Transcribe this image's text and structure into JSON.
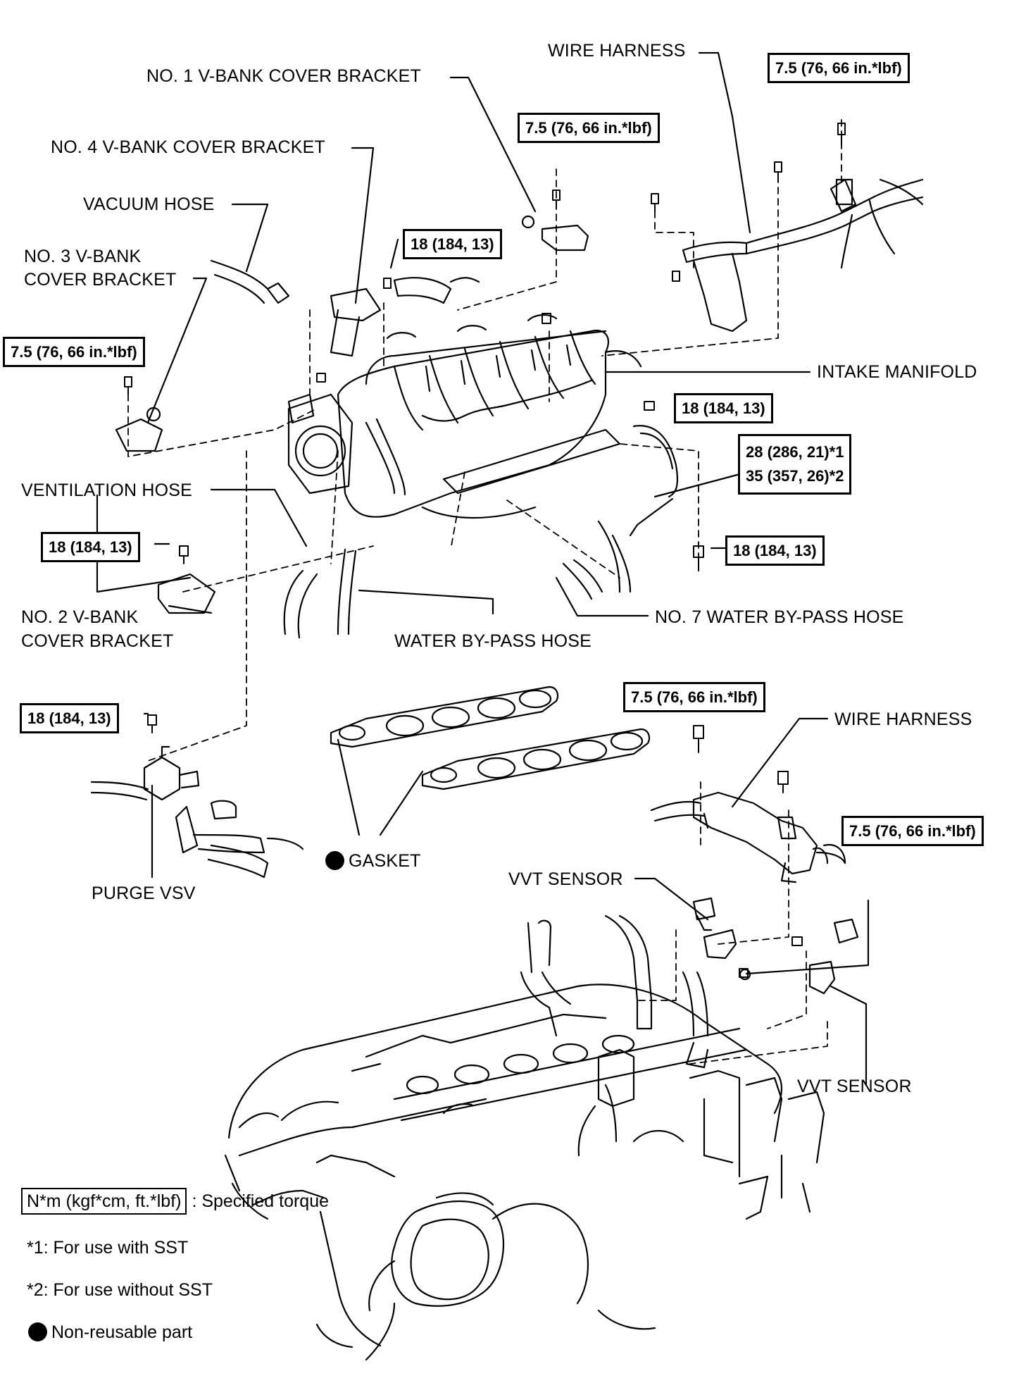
{
  "labels": {
    "wire_harness_top": "WIRE HARNESS",
    "no1_bracket": "NO. 1 V-BANK COVER BRACKET",
    "no4_bracket": "NO. 4 V-BANK COVER BRACKET",
    "vacuum_hose": "VACUUM HOSE",
    "no3_bracket_line1": "NO. 3 V-BANK",
    "no3_bracket_line2": "COVER BRACKET",
    "intake_manifold": "INTAKE MANIFOLD",
    "ventilation_hose": "VENTILATION HOSE",
    "no2_bracket_line1": "NO. 2 V-BANK",
    "no2_bracket_line2": "COVER BRACKET",
    "water_bypass_hose": "WATER BY-PASS HOSE",
    "no7_water_bypass_hose": "NO. 7 WATER BY-PASS HOSE",
    "wire_harness_lower": "WIRE HARNESS",
    "purge_vsv": "PURGE VSV",
    "gasket": "GASKET",
    "vvt_sensor_upper": "VVT SENSOR",
    "vvt_sensor_lower": "VVT SENSOR"
  },
  "torques": {
    "wire_harness_top": "7.5 (76, 66 in.*lbf)",
    "no1_bracket": "7.5 (76, 66 in.*lbf)",
    "manifold_bolt_top": "18 (184, 13)",
    "no3_bracket": "7.5 (76, 66 in.*lbf)",
    "manifold_right_top": "18 (184, 13)",
    "fuel_pipe_line1": "28 (286, 21)*1",
    "fuel_pipe_line2": "35 (357, 26)*2",
    "no2_bracket": "18 (184, 13)",
    "manifold_right_lower": "18 (184, 13)",
    "purge_vsv": "18 (184, 13)",
    "wire_harness_lower": "7.5 (76, 66 in.*lbf)",
    "vvt_sensor": "7.5 (76, 66 in.*lbf)"
  },
  "legend": {
    "torque_key": "N*m (kgf*cm, ft.*lbf)",
    "torque_desc": ": Specified torque",
    "note1": "*1: For use with SST",
    "note2": "*2: For use without SST",
    "nonreusable": "Non-reusable part"
  }
}
